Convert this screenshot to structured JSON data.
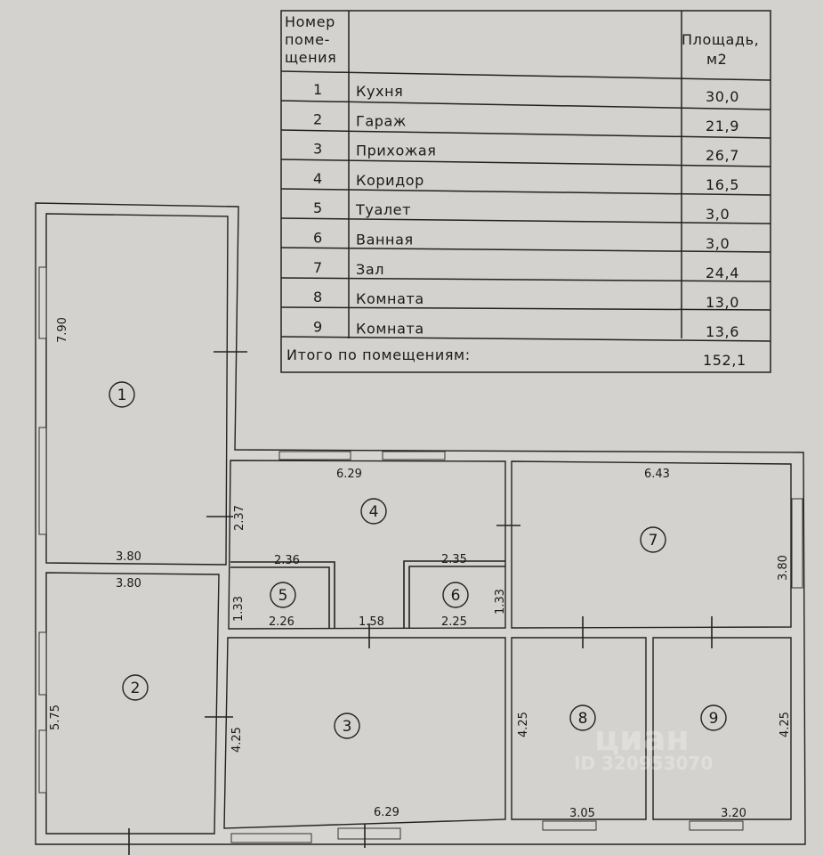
{
  "table": {
    "header_number": [
      "Номер",
      "поме-",
      "щения"
    ],
    "header_area": [
      "Площадь,",
      "м2"
    ],
    "rows": [
      {
        "num": "1",
        "name": "Кухня",
        "area": "30,0"
      },
      {
        "num": "2",
        "name": "Гараж",
        "area": "21,9"
      },
      {
        "num": "3",
        "name": "Прихожая",
        "area": "26,7"
      },
      {
        "num": "4",
        "name": "Коридор",
        "area": "16,5"
      },
      {
        "num": "5",
        "name": "Туалет",
        "area": "3,0"
      },
      {
        "num": "6",
        "name": "Ванная",
        "area": "3,0"
      },
      {
        "num": "7",
        "name": "Зал",
        "area": "24,4"
      },
      {
        "num": "8",
        "name": "Комната",
        "area": "13,0"
      },
      {
        "num": "9",
        "name": "Комната",
        "area": "13,6"
      }
    ],
    "total_label": "Итого по помещениям:",
    "total_value": "152,1"
  },
  "plan": {
    "rooms": [
      "1",
      "2",
      "3",
      "4",
      "5",
      "6",
      "7",
      "8",
      "9"
    ],
    "dims": {
      "kitchen_height": "7.90",
      "kitchen_width": "3.80",
      "garage_width": "3.80",
      "garage_height": "5.75",
      "corridor_width": "6.29",
      "corridor_height": "2.37",
      "wc_top": "2.36",
      "wc_bottom": "2.26",
      "wc_height": "1.33",
      "passage": "1.58",
      "bath_top": "2.35",
      "bath_bottom": "2.25",
      "bath_height": "1.33",
      "hall_width": "6.43",
      "hall_height": "3.80",
      "entry_width": "6.29",
      "entry_height": "4.25",
      "room8_width": "3.05",
      "room8_height": "4.25",
      "room9_width": "3.20",
      "room9_height": "4.25"
    }
  },
  "watermark": {
    "brand": "циан",
    "id": "ID 320953070"
  }
}
